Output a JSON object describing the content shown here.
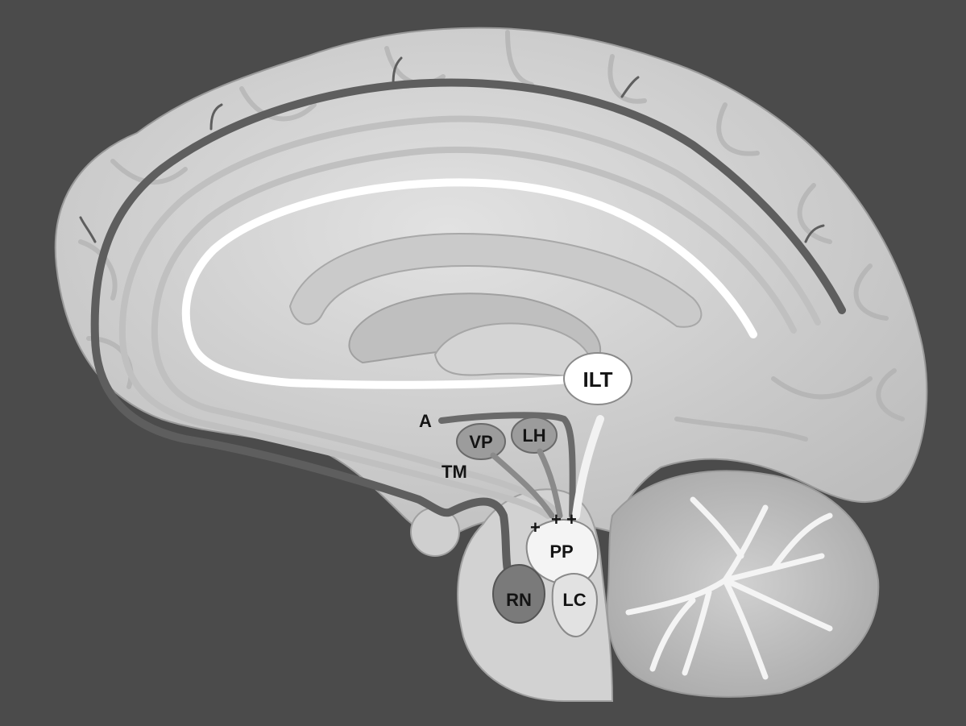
{
  "labels": {
    "ilt": "ILT",
    "a": "A",
    "vp": "VP",
    "lh": "LH",
    "tm": "TM",
    "pp": "PP",
    "rn": "RN",
    "lc": "LC"
  },
  "markers": {
    "plus": "+"
  },
  "colors": {
    "background": "#4b4b4b",
    "brain": "#d6d6d6",
    "brain_shadow": "#b8b8b8",
    "pathway_dark": "#5e5e5e",
    "pathway_light": "#c4c4c4",
    "pathway_white": "#ffffff",
    "nucleus_dark": "#7a7a7a",
    "nucleus_mid": "#9c9c9c"
  }
}
